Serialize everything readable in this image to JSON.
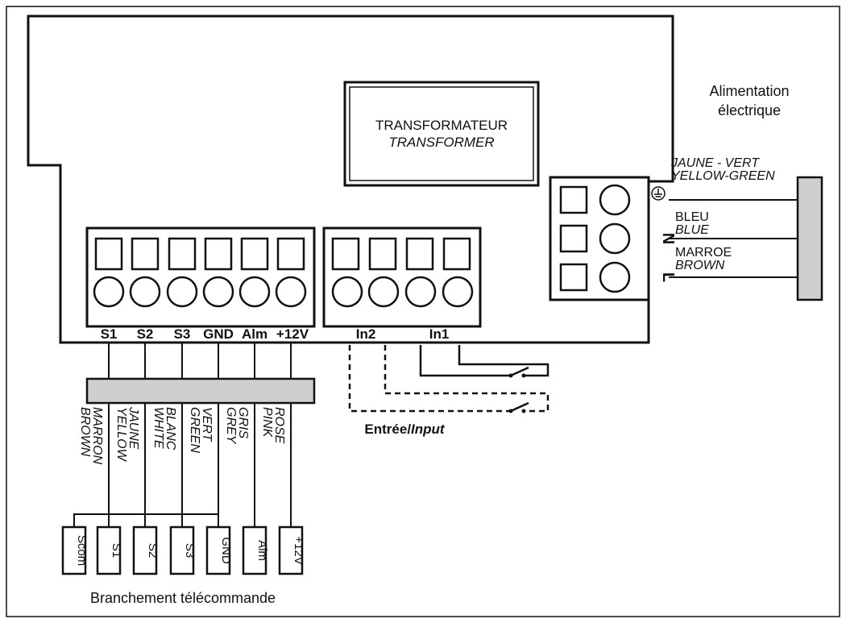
{
  "transformer": {
    "line1": "TRANSFORMATEUR",
    "line2": "TRANSFORMER"
  },
  "power": {
    "title_line1": "Alimentation",
    "title_line2": "électrique",
    "wires": [
      {
        "fr": "JAUNE - VERT",
        "en": "YELLOW-GREEN"
      },
      {
        "fr": "BLEU",
        "en": "BLUE"
      },
      {
        "fr": "MARROE",
        "en": "BROWN"
      }
    ],
    "terminal_marks": [
      "N",
      "L"
    ]
  },
  "main_terminals": [
    "S1",
    "S2",
    "S3",
    "GND",
    "Alm",
    "+12V"
  ],
  "input_terminals": [
    "In2",
    "In1"
  ],
  "wire_colors": [
    {
      "fr": "MARRON",
      "en": "BROWN"
    },
    {
      "fr": "JAUNE",
      "en": "YELLOW"
    },
    {
      "fr": "BLANC",
      "en": "WHITE"
    },
    {
      "fr": "VERT",
      "en": "GREEN"
    },
    {
      "fr": "GRIS",
      "en": "GREY"
    },
    {
      "fr": "ROSE",
      "en": "PINK"
    }
  ],
  "remote_pins": [
    "Scom",
    "S1",
    "S2",
    "S3",
    "GND",
    "Alm",
    "+12V"
  ],
  "input_caption": {
    "fr": "Entrée/",
    "en": "Input"
  },
  "remote_caption": "Branchement télécommande",
  "colors": {
    "line": "#111111",
    "connector_fill": "#cfcfcf"
  }
}
